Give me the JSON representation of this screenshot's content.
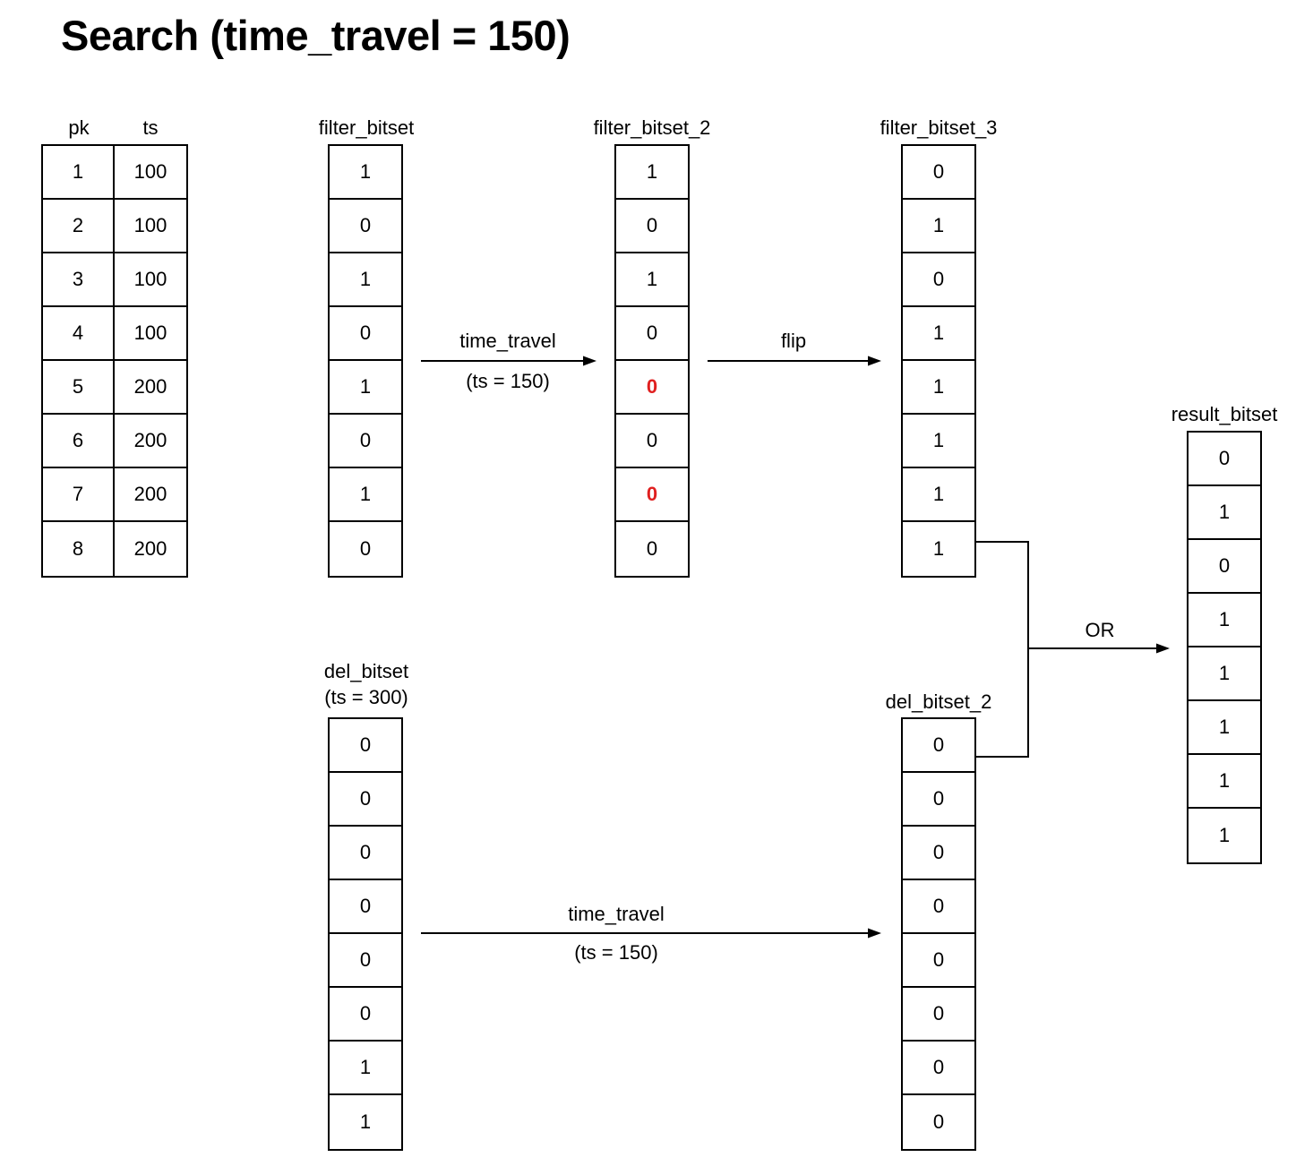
{
  "title": "Search (time_travel = 150)",
  "highlight_color": "#e02020",
  "table": {
    "headers": [
      "pk",
      "ts"
    ],
    "rows": [
      [
        "1",
        "100"
      ],
      [
        "2",
        "100"
      ],
      [
        "3",
        "100"
      ],
      [
        "4",
        "100"
      ],
      [
        "5",
        "200"
      ],
      [
        "6",
        "200"
      ],
      [
        "7",
        "200"
      ],
      [
        "8",
        "200"
      ]
    ]
  },
  "bitsets": {
    "filter_bitset": {
      "label": "filter_bitset",
      "values": [
        "1",
        "0",
        "1",
        "0",
        "1",
        "0",
        "1",
        "0"
      ],
      "highlighted": []
    },
    "filter_bitset_2": {
      "label": "filter_bitset_2",
      "values": [
        "1",
        "0",
        "1",
        "0",
        "0",
        "0",
        "0",
        "0"
      ],
      "highlighted": [
        4,
        6
      ]
    },
    "filter_bitset_3": {
      "label": "filter_bitset_3",
      "values": [
        "0",
        "1",
        "0",
        "1",
        "1",
        "1",
        "1",
        "1"
      ],
      "highlighted": []
    },
    "del_bitset": {
      "label": "del_bitset",
      "sublabel": "(ts = 300)",
      "values": [
        "0",
        "0",
        "0",
        "0",
        "0",
        "0",
        "1",
        "1"
      ],
      "highlighted": []
    },
    "del_bitset_2": {
      "label": "del_bitset_2",
      "values": [
        "0",
        "0",
        "0",
        "0",
        "0",
        "0",
        "0",
        "0"
      ],
      "highlighted": []
    },
    "result_bitset": {
      "label": "result_bitset",
      "values": [
        "0",
        "1",
        "0",
        "1",
        "1",
        "1",
        "1",
        "1"
      ],
      "highlighted": []
    }
  },
  "arrows": {
    "time_travel_top": {
      "label": "time_travel",
      "sublabel": "(ts = 150)"
    },
    "flip": {
      "label": "flip"
    },
    "time_travel_bottom": {
      "label": "time_travel",
      "sublabel": "(ts = 150)"
    },
    "or": {
      "label": "OR"
    }
  }
}
